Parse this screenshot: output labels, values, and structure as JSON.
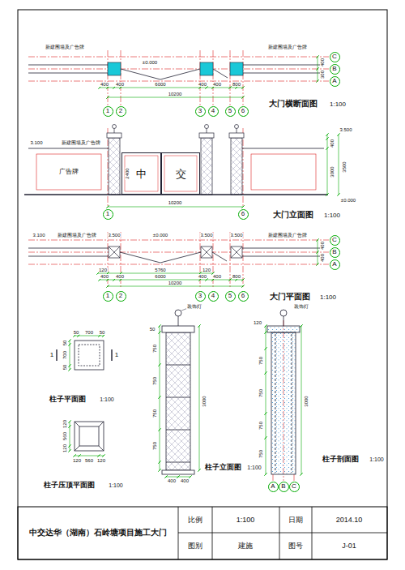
{
  "diagram": {
    "nodes": [
      {
        "text": [
          "C"
        ]
      },
      {
        "text": [
          "B"
        ]
      },
      {
        "text": [
          "A"
        ]
      },
      {
        "text": [
          "1"
        ]
      },
      {
        "text": [
          "2"
        ]
      },
      {
        "text": [
          "3"
        ]
      },
      {
        "text": [
          "4"
        ]
      },
      {
        "text": [
          "5"
        ]
      },
      {
        "text": [
          "6"
        ]
      },
      {
        "text": [
          "中"
        ]
      },
      {
        "text": [
          "交"
        ]
      },
      {
        "text": [
          "1"
        ]
      },
      {
        "text": [
          "6"
        ]
      },
      {
        "text": [
          "C"
        ]
      },
      {
        "text": [
          "B"
        ]
      },
      {
        "text": [
          "A"
        ]
      },
      {
        "text": [
          "1"
        ]
      },
      {
        "text": [
          "2"
        ]
      },
      {
        "text": [
          "3"
        ]
      },
      {
        "text": [
          "4"
        ]
      },
      {
        "text": [
          "5"
        ]
      },
      {
        "text": [
          "6"
        ]
      },
      {
        "text": [
          "A"
        ]
      },
      {
        "text": [
          "B"
        ]
      },
      {
        "text": [
          "C"
        ]
      }
    ],
    "labels": [
      "新建围墙及广告牌",
      "新建围墙及广告牌",
      "400",
      "400",
      "6000",
      "400",
      "400",
      "800",
      "10200",
      "±0.000",
      "400",
      "300",
      "大门横断面图",
      "1:100",
      "3.100",
      "新建围墙及广告牌",
      "3.500",
      "广告牌",
      "2400",
      "400",
      "3000",
      "3500",
      "±0.000",
      "10200",
      "大门立面图",
      "1:100",
      "3.100",
      "新建围墙及广告牌",
      "3.500",
      "±0.000",
      "3.500",
      "3.500",
      "新建围墙及广告牌",
      "120",
      "5760",
      "120",
      "400",
      "400",
      "6000",
      "400",
      "400",
      "800",
      "10200",
      "400",
      "400",
      "大门平面图",
      "1:100",
      "50",
      "700",
      "50",
      "50",
      "700",
      "50",
      "1",
      "1",
      "柱子平面图",
      "1:100",
      "120",
      "560",
      "120",
      "120",
      "560",
      "120",
      "柱子压顶平面图",
      "1:100",
      "装饰灯",
      "50",
      "750",
      "750",
      "750",
      "750",
      "3000",
      "400",
      "400",
      "柱子立面图",
      "1:100",
      "装饰灯",
      "120",
      "750",
      "750",
      "750",
      "750",
      "3000",
      "柱子剖面图",
      "1:100",
      "中交达华（湖南）石岭塘项目施工大门",
      "比例",
      "1:100",
      "日期",
      "2014.10",
      "图别",
      "建施",
      "图号",
      "J-01"
    ]
  }
}
